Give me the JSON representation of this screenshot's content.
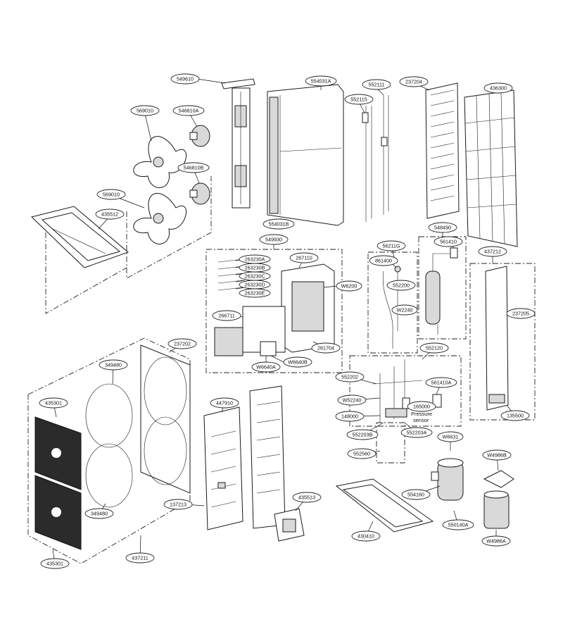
{
  "parts": {
    "p549610": "549610",
    "p554031A": "554031A",
    "p552111": "552111",
    "p237204": "237204",
    "p436300": "436300",
    "p569010a": "569010",
    "p546810A": "546810A",
    "p552115": "552115",
    "p546810B": "546810B",
    "p569010b": "569010",
    "p435512": "435512",
    "p554031B": "554031B",
    "p549930": "549930",
    "p548490": "548490",
    "p56211G": "56211G",
    "p561410a": "561410",
    "p437212": "437212",
    "p263230A": "263230A",
    "p263230B": "263230B",
    "p263230C": "263230C",
    "p263230D": "263230D",
    "p263230E": "263230E",
    "p267110": "267110",
    "p861400": "861400",
    "p552200": "552200",
    "pW6200": "W6200",
    "pW2240": "W2240",
    "p237205": "237205",
    "p266711": "266711",
    "p261704": "261704",
    "p237202": "237202",
    "p349480a": "349480",
    "pW6640A": "W6640A",
    "pW6640B": "W6640B",
    "p552120": "552120",
    "p552202": "552202",
    "p561410A": "561410A",
    "p435301a": "435301",
    "p447910": "447910",
    "pW52240": "W52240",
    "p165000": "165000",
    "p148000": "148000",
    "p135500": "135500",
    "p552203A": "552203A",
    "p552203B": "552203B",
    "pW6631": "W6631",
    "p552560": "552560",
    "pW4986B": "W4986B",
    "p554160": "554160",
    "p435513": "435513",
    "p137213": "137213",
    "p349480b": "349480",
    "p430410": "430410",
    "p550140A": "550140A",
    "pW4986A": "W4986A",
    "p435301b": "435301",
    "p437211": "437211"
  },
  "pressure_note": {
    "line1": "Pressure",
    "line2": "sensor"
  }
}
